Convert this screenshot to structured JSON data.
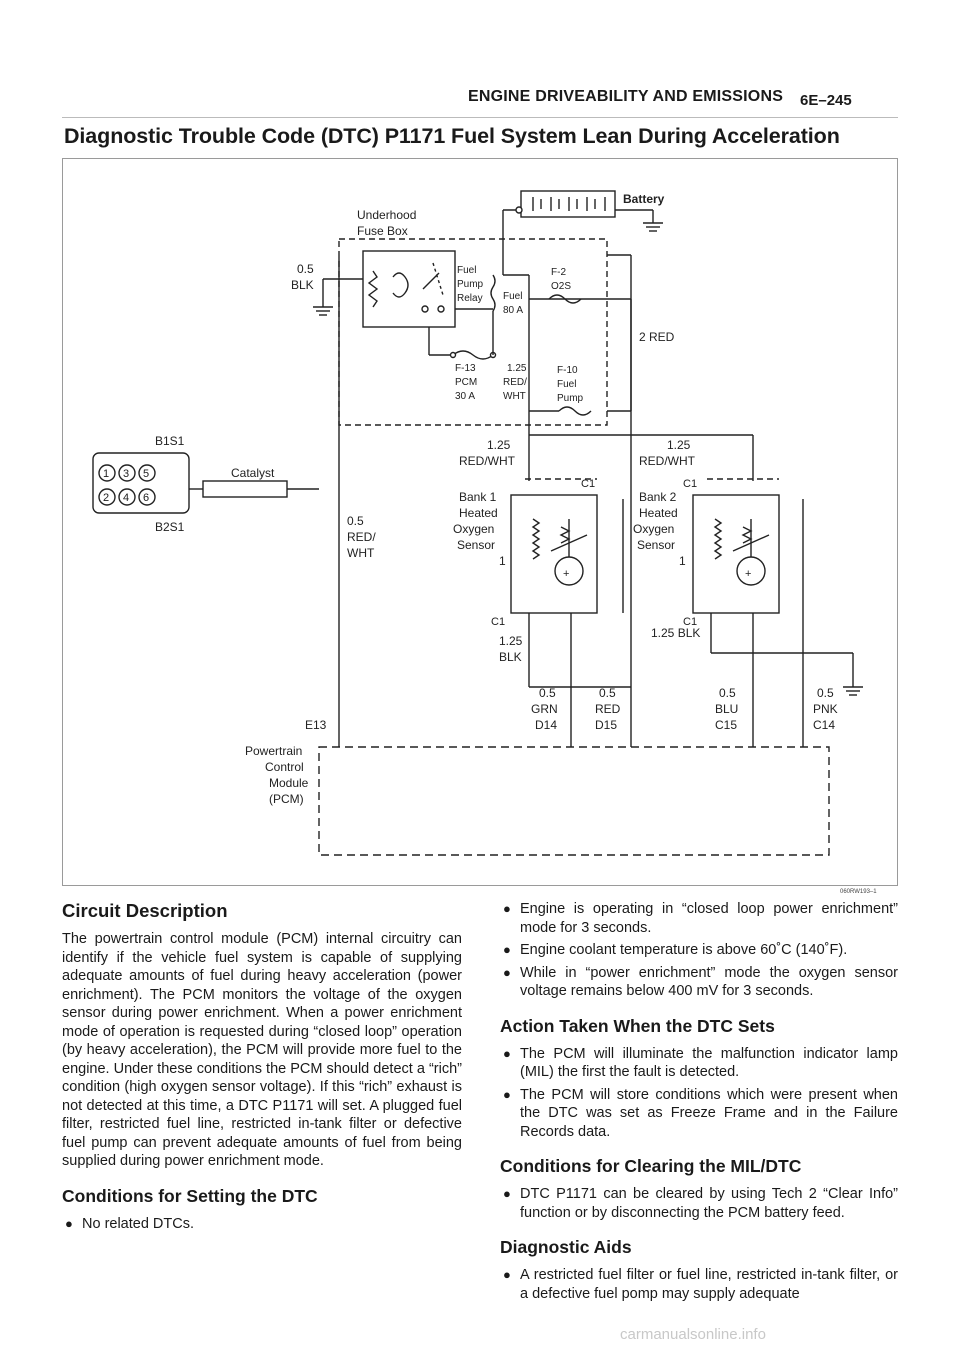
{
  "header": {
    "section": "ENGINE DRIVEABILITY AND EMISSIONS",
    "page_number": "6E–245"
  },
  "title": "Diagnostic Trouble Code (DTC) P1171 Fuel System Lean During Acceleration",
  "figure": {
    "figure_id": "060RW193–1",
    "labels": {
      "battery": "Battery",
      "underhood_1": "Underhood",
      "underhood_2": "Fuse Box",
      "fuel_pump_relay_1": "Fuel",
      "fuel_pump_relay_2": "Pump",
      "fuel_pump_relay_3": "Relay",
      "fuel_fuse_1": "Fuel",
      "fuel_fuse_2": "80 A",
      "f2_1": "F-2",
      "f2_2": "O2S",
      "f13_1": "F-13",
      "f13_2": "PCM",
      "f13_3": "30 A",
      "w125_a": "1.25",
      "w125_b": "RED/",
      "w125_c": "WHT",
      "f10_1": "F-10",
      "f10_2": "Fuel",
      "f10_3": "Pump",
      "w05blk_1": "0.5",
      "w05blk_2": "BLK",
      "w2red": "2 RED",
      "b1s1": "B1S1",
      "b2s1": "B2S1",
      "catalyst": "Catalyst",
      "w125rw1_1": "1.25",
      "w125rw1_2": "RED/WHT",
      "w125rw2_1": "1.25",
      "w125rw2_2": "RED/WHT",
      "c1": "C1",
      "bank1_1": "Bank 1",
      "bank1_2": "Heated",
      "bank1_3": "Oxygen",
      "bank1_4": "Sensor",
      "bank1_5": "1",
      "bank2_1": "Bank 2",
      "bank2_2": "Heated",
      "bank2_3": "Oxygen",
      "bank2_4": "Sensor",
      "bank2_5": "1",
      "w05rw_1": "0.5",
      "w05rw_2": "RED/",
      "w05rw_3": "WHT",
      "w125blk1_1": "1.25",
      "w125blk1_2": "BLK",
      "w125blk2": "1.25 BLK",
      "grn_1": "0.5",
      "grn_2": "GRN",
      "grn_3": "D14",
      "red_1": "0.5",
      "red_2": "RED",
      "red_3": "D15",
      "blu_1": "0.5",
      "blu_2": "BLU",
      "blu_3": "C15",
      "pnk_1": "0.5",
      "pnk_2": "PNK",
      "pnk_3": "C14",
      "e13": "E13",
      "pcm_1": "Powertrain",
      "pcm_2": "Control",
      "pcm_3": "Module",
      "pcm_4": "(PCM)",
      "plus": "+",
      "minus": "–",
      "ex1": "1",
      "ex2": "2",
      "ex3": "3",
      "ex4": "4",
      "ex5": "5",
      "ex6": "6"
    }
  },
  "circuit_description": {
    "heading": "Circuit Description",
    "body": "The powertrain control module (PCM) internal circuitry can identify if the vehicle fuel system is capable of supplying adequate amounts of fuel during heavy acceleration (power enrichment). The PCM monitors the voltage of the oxygen sensor during power enrichment. When a power enrichment mode of operation is requested during “closed loop” operation (by heavy acceleration), the PCM will provide more fuel to the engine. Under these conditions the PCM should detect a “rich” condition (high oxygen sensor voltage). If this “rich” exhaust is not detected at this time, a DTC P1171 will set. A plugged fuel filter, restricted fuel line, restricted in-tank filter or defective fuel pump can prevent adequate amounts of fuel from being supplied during power enrichment mode."
  },
  "conditions_setting": {
    "heading": "Conditions for Setting the DTC",
    "items": [
      "No related DTCs.",
      "Engine is operating in “closed loop power enrichment” mode for 3 seconds.",
      "Engine coolant temperature is above 60˚C (140˚F).",
      "While in “power enrichment” mode the oxygen sensor voltage remains below 400 mV for 3 seconds."
    ]
  },
  "action_taken": {
    "heading": "Action Taken When the DTC Sets",
    "items": [
      "The PCM will illuminate the malfunction indicator lamp (MIL) the first the fault is detected.",
      "The PCM will store conditions which were present when the DTC was set as Freeze Frame and in the Failure Records data."
    ]
  },
  "conditions_clearing": {
    "heading": "Conditions for Clearing the MIL/DTC",
    "items": [
      "DTC P1171 can be cleared by using Tech 2 “Clear Info” function or by disconnecting the PCM battery feed."
    ]
  },
  "diagnostic_aids": {
    "heading": "Diagnostic Aids",
    "items": [
      "A restricted fuel filter or fuel line, restricted in-tank filter, or a defective fuel pomp may supply adequate"
    ]
  },
  "bullet_glyph": "●",
  "watermark": "carmanualsonline.info"
}
